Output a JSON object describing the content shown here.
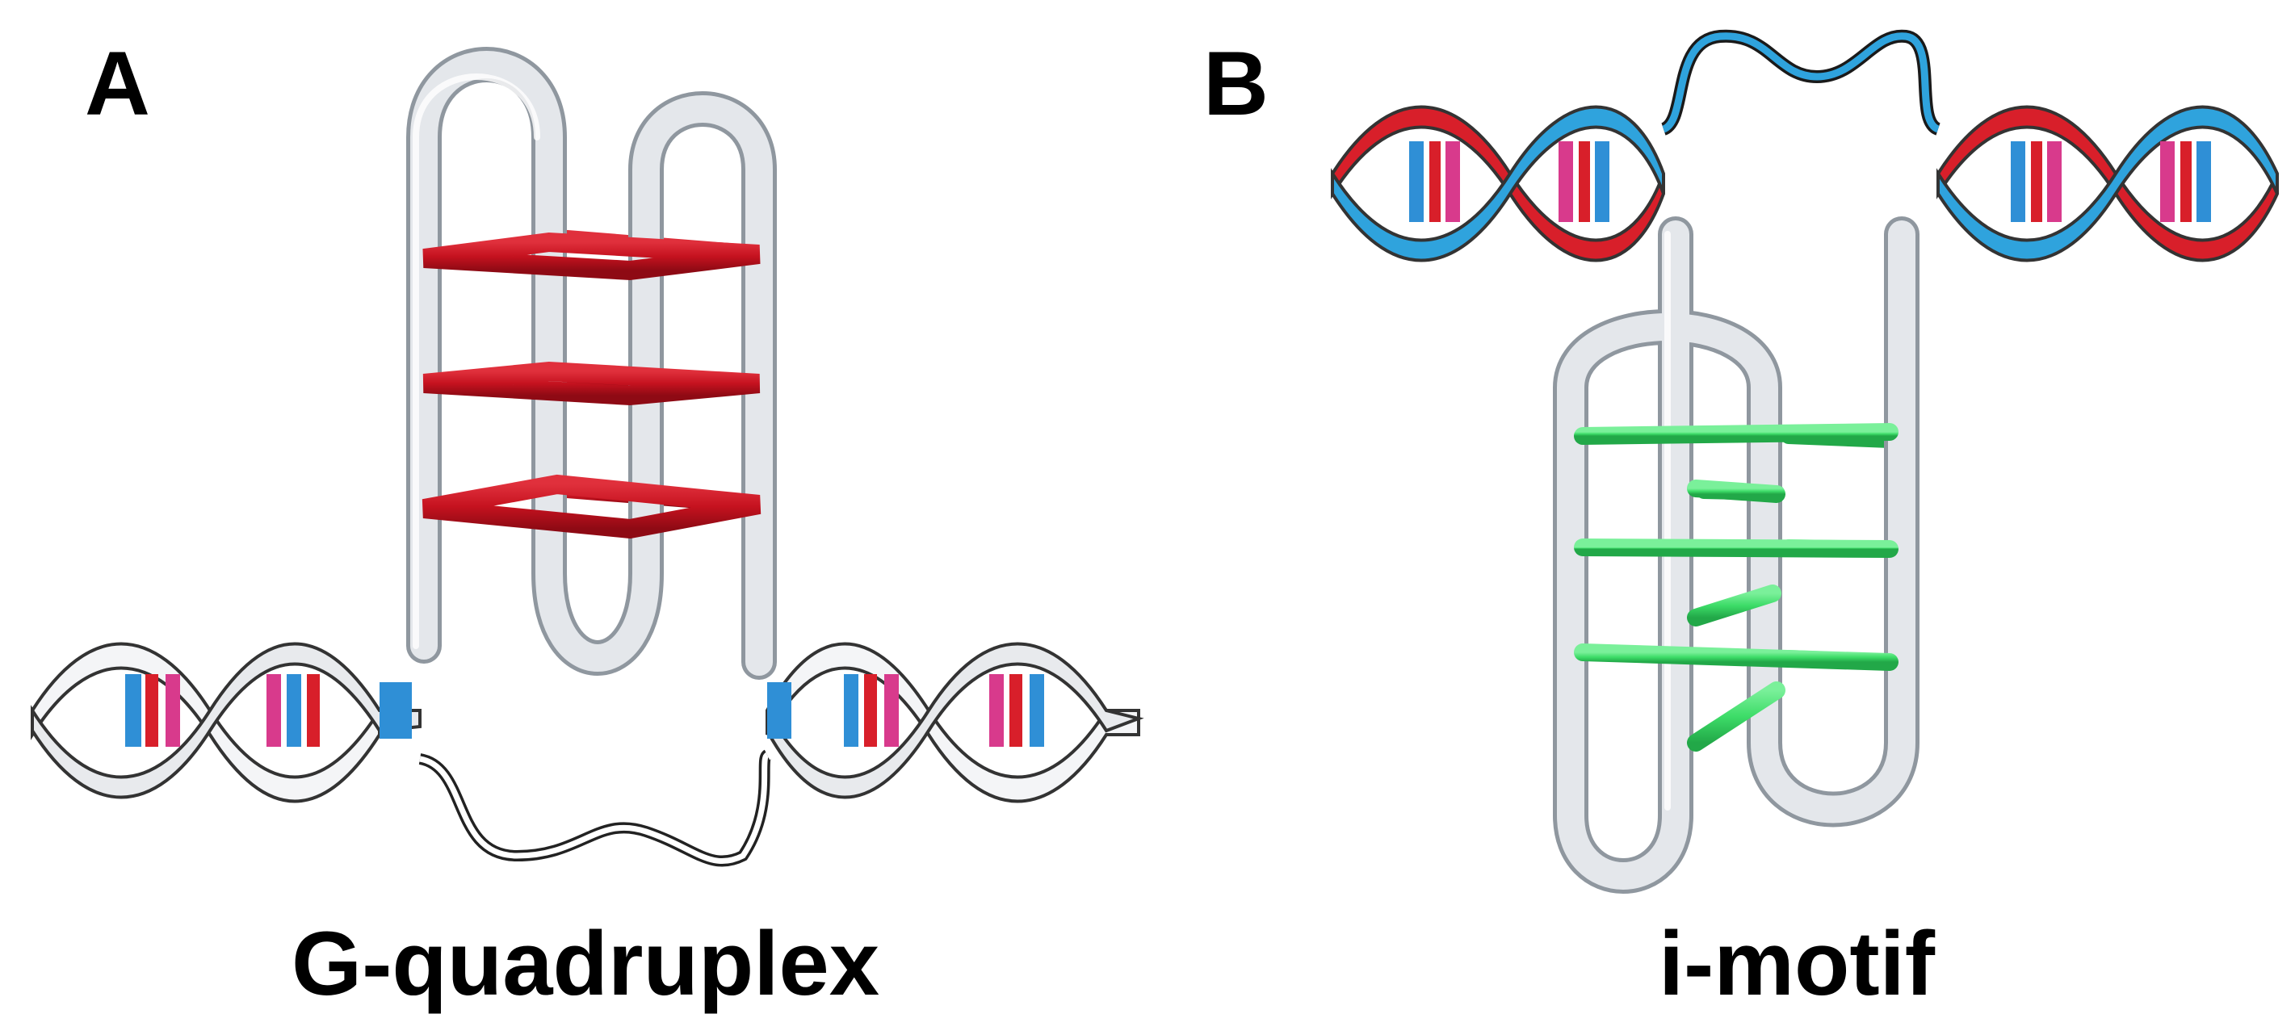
{
  "panels": [
    {
      "letter": "A",
      "caption": "G-quadruplex"
    },
    {
      "letter": "B",
      "caption": "i-motif"
    }
  ],
  "colors": {
    "background": "#ffffff",
    "strand_light": "#dfe3e8",
    "strand_light_shade": "#b9c0c8",
    "strand_blue": "#2fa3dd",
    "strand_red": "#d81f2a",
    "gtetrad_red": "#c5121f",
    "base_blue": "#2f8fd6",
    "base_pink": "#d83a8c",
    "base_red": "#d81f2a",
    "imotif_green": "#3ddc68",
    "outline": "#2a2a2a"
  }
}
